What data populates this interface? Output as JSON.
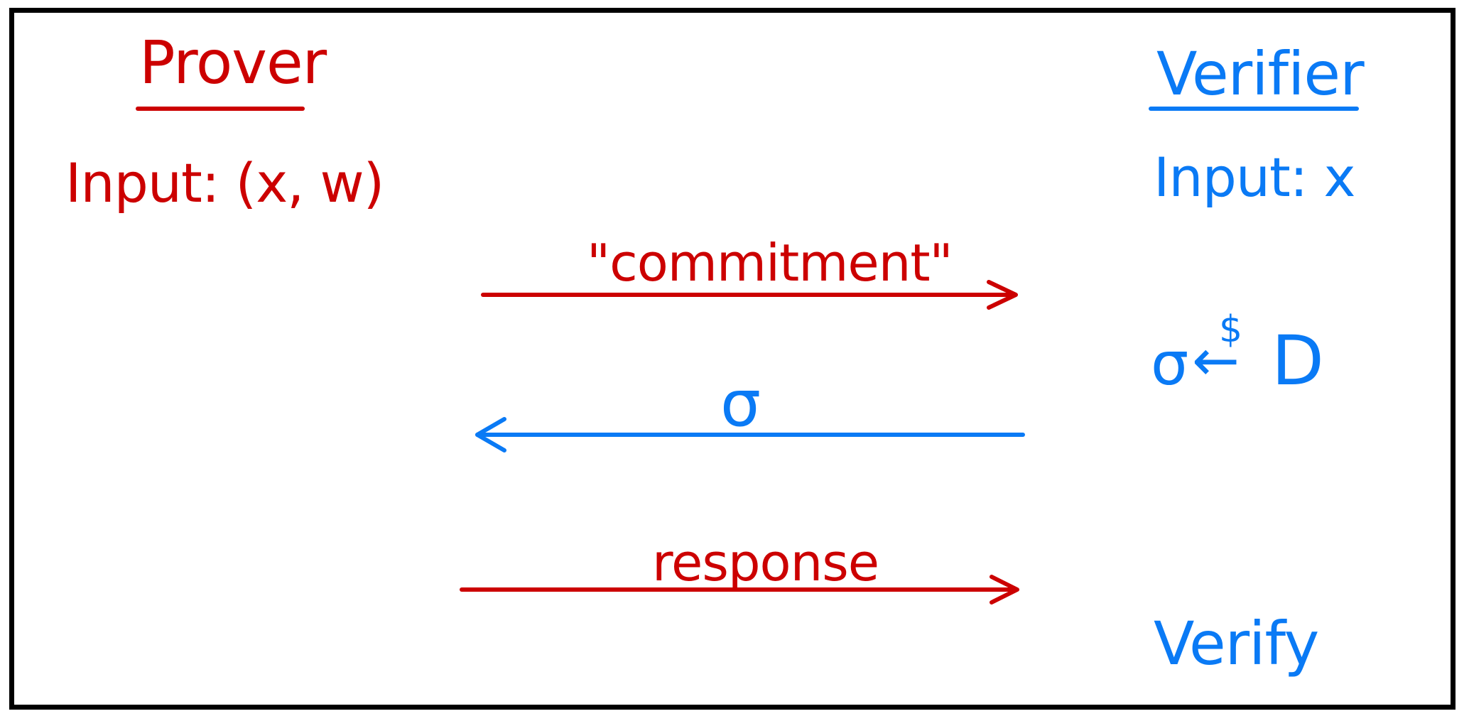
{
  "colors": {
    "prover": "#cc0000",
    "verifier": "#0a7af5",
    "frame": "#000000",
    "background": "#ffffff"
  },
  "prover": {
    "title": "Prover",
    "input": "Input: (x, w)"
  },
  "verifier": {
    "title": "Verifier",
    "input": "Input: x",
    "challenge_sample": {
      "variable": "σ",
      "arrow": "←",
      "random_symbol": "$",
      "distribution": "D"
    },
    "final_step": "Verify"
  },
  "messages": [
    {
      "label": "\"commitment\"",
      "direction": "prover-to-verifier"
    },
    {
      "label": "σ",
      "direction": "verifier-to-prover"
    },
    {
      "label": "response",
      "direction": "prover-to-verifier"
    }
  ]
}
